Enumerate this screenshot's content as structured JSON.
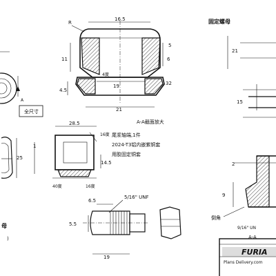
{
  "title_fixing_nut": "固定螺母",
  "section_aa_enlarged": "A-A截面放大",
  "full_size": "全尺寸",
  "note_line1": "尾浆轴端,1件",
  "note_line2": "2024-T3铝内嵌紫铜套",
  "note_line3": "用胶固定铜套",
  "thread_spec": "5/16\" UNF",
  "thread_spec_2": "9/16\" UN",
  "chamfer": "倒角",
  "section_a": "A-A",
  "logo": "FURIA",
  "footer": "Plans Delivery.com",
  "dims": {
    "d16_5": "16.5",
    "r": "R",
    "d11": "11",
    "d5": "5",
    "d6": "6",
    "d4deg": "4度",
    "d19": "19",
    "d32": "32",
    "d4_5": "4.5",
    "d21": "21",
    "d21b": "21",
    "d15": "15",
    "d28_5": "28.5",
    "d16deg": "16度",
    "d14_5": "14.5",
    "d25": "25",
    "d40deg": "40度",
    "d16deg_b": "16度",
    "d6_5": "6.5",
    "d5_5": "5.5",
    "d19b": "19",
    "d2": "2",
    "d9": "9",
    "d1": "1",
    "dA": "A"
  },
  "fragments": {
    "nut_char": "母",
    "paren": ")"
  }
}
